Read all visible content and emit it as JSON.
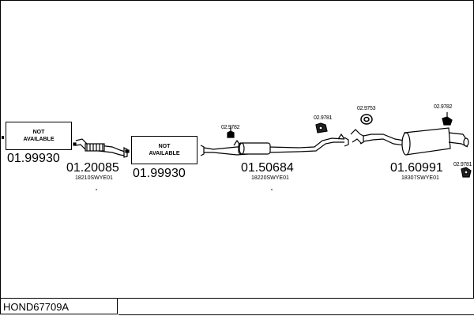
{
  "diagram": {
    "title": "HOND67709A",
    "parts": [
      {
        "id": "p1",
        "na_line1": "NOT",
        "na_line2": "AVAILABLE",
        "number": "01.99930"
      },
      {
        "id": "p2",
        "number": "01.20085",
        "oe": "18210SWYE01"
      },
      {
        "id": "p3",
        "na_line1": "NOT",
        "na_line2": "AVAILABLE",
        "number": "01.99930"
      },
      {
        "id": "p4",
        "number": "01.50684",
        "oe": "18220SWYE01"
      },
      {
        "id": "p5",
        "number": "01.60991",
        "oe": "18307SWYE01"
      }
    ],
    "accessories": [
      {
        "id": "a1",
        "number": "02.9782"
      },
      {
        "id": "a2",
        "number": "02.9781"
      },
      {
        "id": "a3",
        "number": "02.9753"
      },
      {
        "id": "a4",
        "number": "02.9782"
      },
      {
        "id": "a5",
        "number": "02.9781"
      }
    ]
  }
}
